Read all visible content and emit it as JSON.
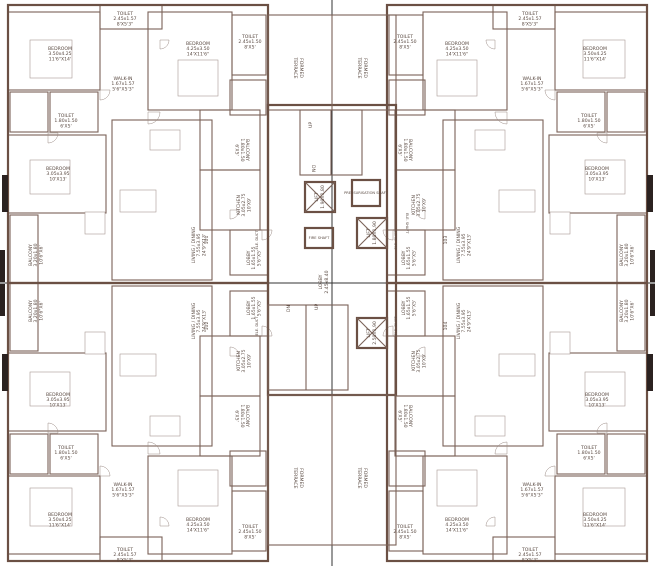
{
  "labels": {
    "bedroom_master": [
      "BEDROOM",
      "4.25x3.50",
      "14'X11'6\""
    ],
    "bedroom_side": [
      "BEDROOM",
      "3.50x4.25",
      "11'6\"X14'"
    ],
    "bedroom_small": [
      "BEDROOM",
      "3.05x3.95",
      "10'X13'"
    ],
    "toilet_a": [
      "TOILET",
      "2.45x1.57",
      "8'X5'3\""
    ],
    "toilet_b": [
      "TOILET",
      "2.45x1.50",
      "8'X5'"
    ],
    "toilet_c": [
      "TOILET",
      "1.80x1.50",
      "6'X5'"
    ],
    "walk_in": [
      "WALK-IN",
      "1.67x1.57",
      "5'6\"X5'3\""
    ],
    "balcony_a": [
      "BALCONY",
      "1.80x1.50",
      "6'X5'"
    ],
    "balcony_b": [
      "BALCONY",
      "3.20x1.80",
      "10'6\"X6'"
    ],
    "kitchen": [
      "KITCHEN",
      "3.05x2.75",
      "10'X9'"
    ],
    "living": [
      "LIVING / DINING",
      "7.55x3.95",
      "24'9\"X13'"
    ],
    "lobby_unit": [
      "LOBBY",
      "1.65x1.55",
      "5'6\"X5'"
    ],
    "lobby_main": [
      "LOBBY",
      "2.45x8.40"
    ],
    "lift_a": [
      "LIFT",
      "1.90X1.80"
    ],
    "lift_b": [
      "LIFT",
      "1.80X1.90"
    ],
    "lift_c": [
      "LIFT",
      "2.50X1.90"
    ],
    "formed_terrace": [
      "FORMED",
      "TERRACE"
    ],
    "up": "UP",
    "dn": "DN",
    "ele_shaft": "ELE. SHAFT",
    "pressure_shaft": "PRESSURISATION SHAFT",
    "fire_shaft": "FIRE SHAFT",
    "ele_duct": "ELE. DUCT",
    "unit_101": "101",
    "unit_102": "102",
    "unit_103": "103",
    "unit_104": "104"
  }
}
